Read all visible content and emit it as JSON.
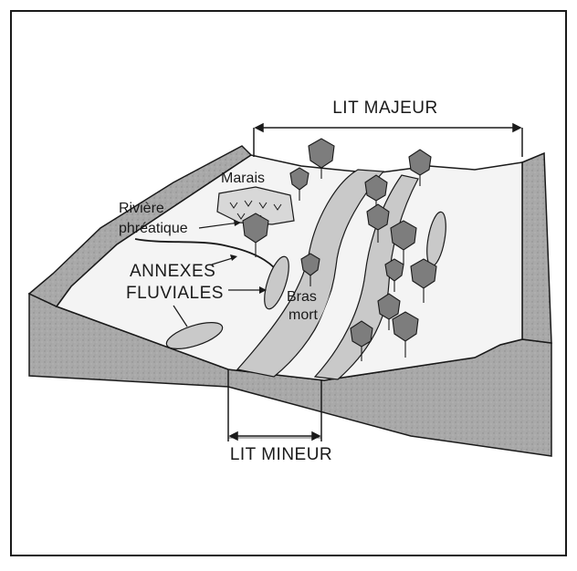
{
  "diagram": {
    "labels": {
      "lit_majeur": "LIT MAJEUR",
      "lit_mineur": "LIT MINEUR",
      "marais": "Marais",
      "riviere_line1": "Rivière",
      "riviere_line2": "phréatique",
      "annexes_line1": "ANNEXES",
      "annexes_line2": "FLUVIALES",
      "bras_line1": "Bras",
      "bras_line2": "mort"
    },
    "colors": {
      "soil": "#a9a9a9",
      "soil_dark": "#8c8c8c",
      "plain": "#f4f4f4",
      "water": "#c9c9c9",
      "tree": "#7d7d7d",
      "outline": "#1a1a1a"
    }
  }
}
